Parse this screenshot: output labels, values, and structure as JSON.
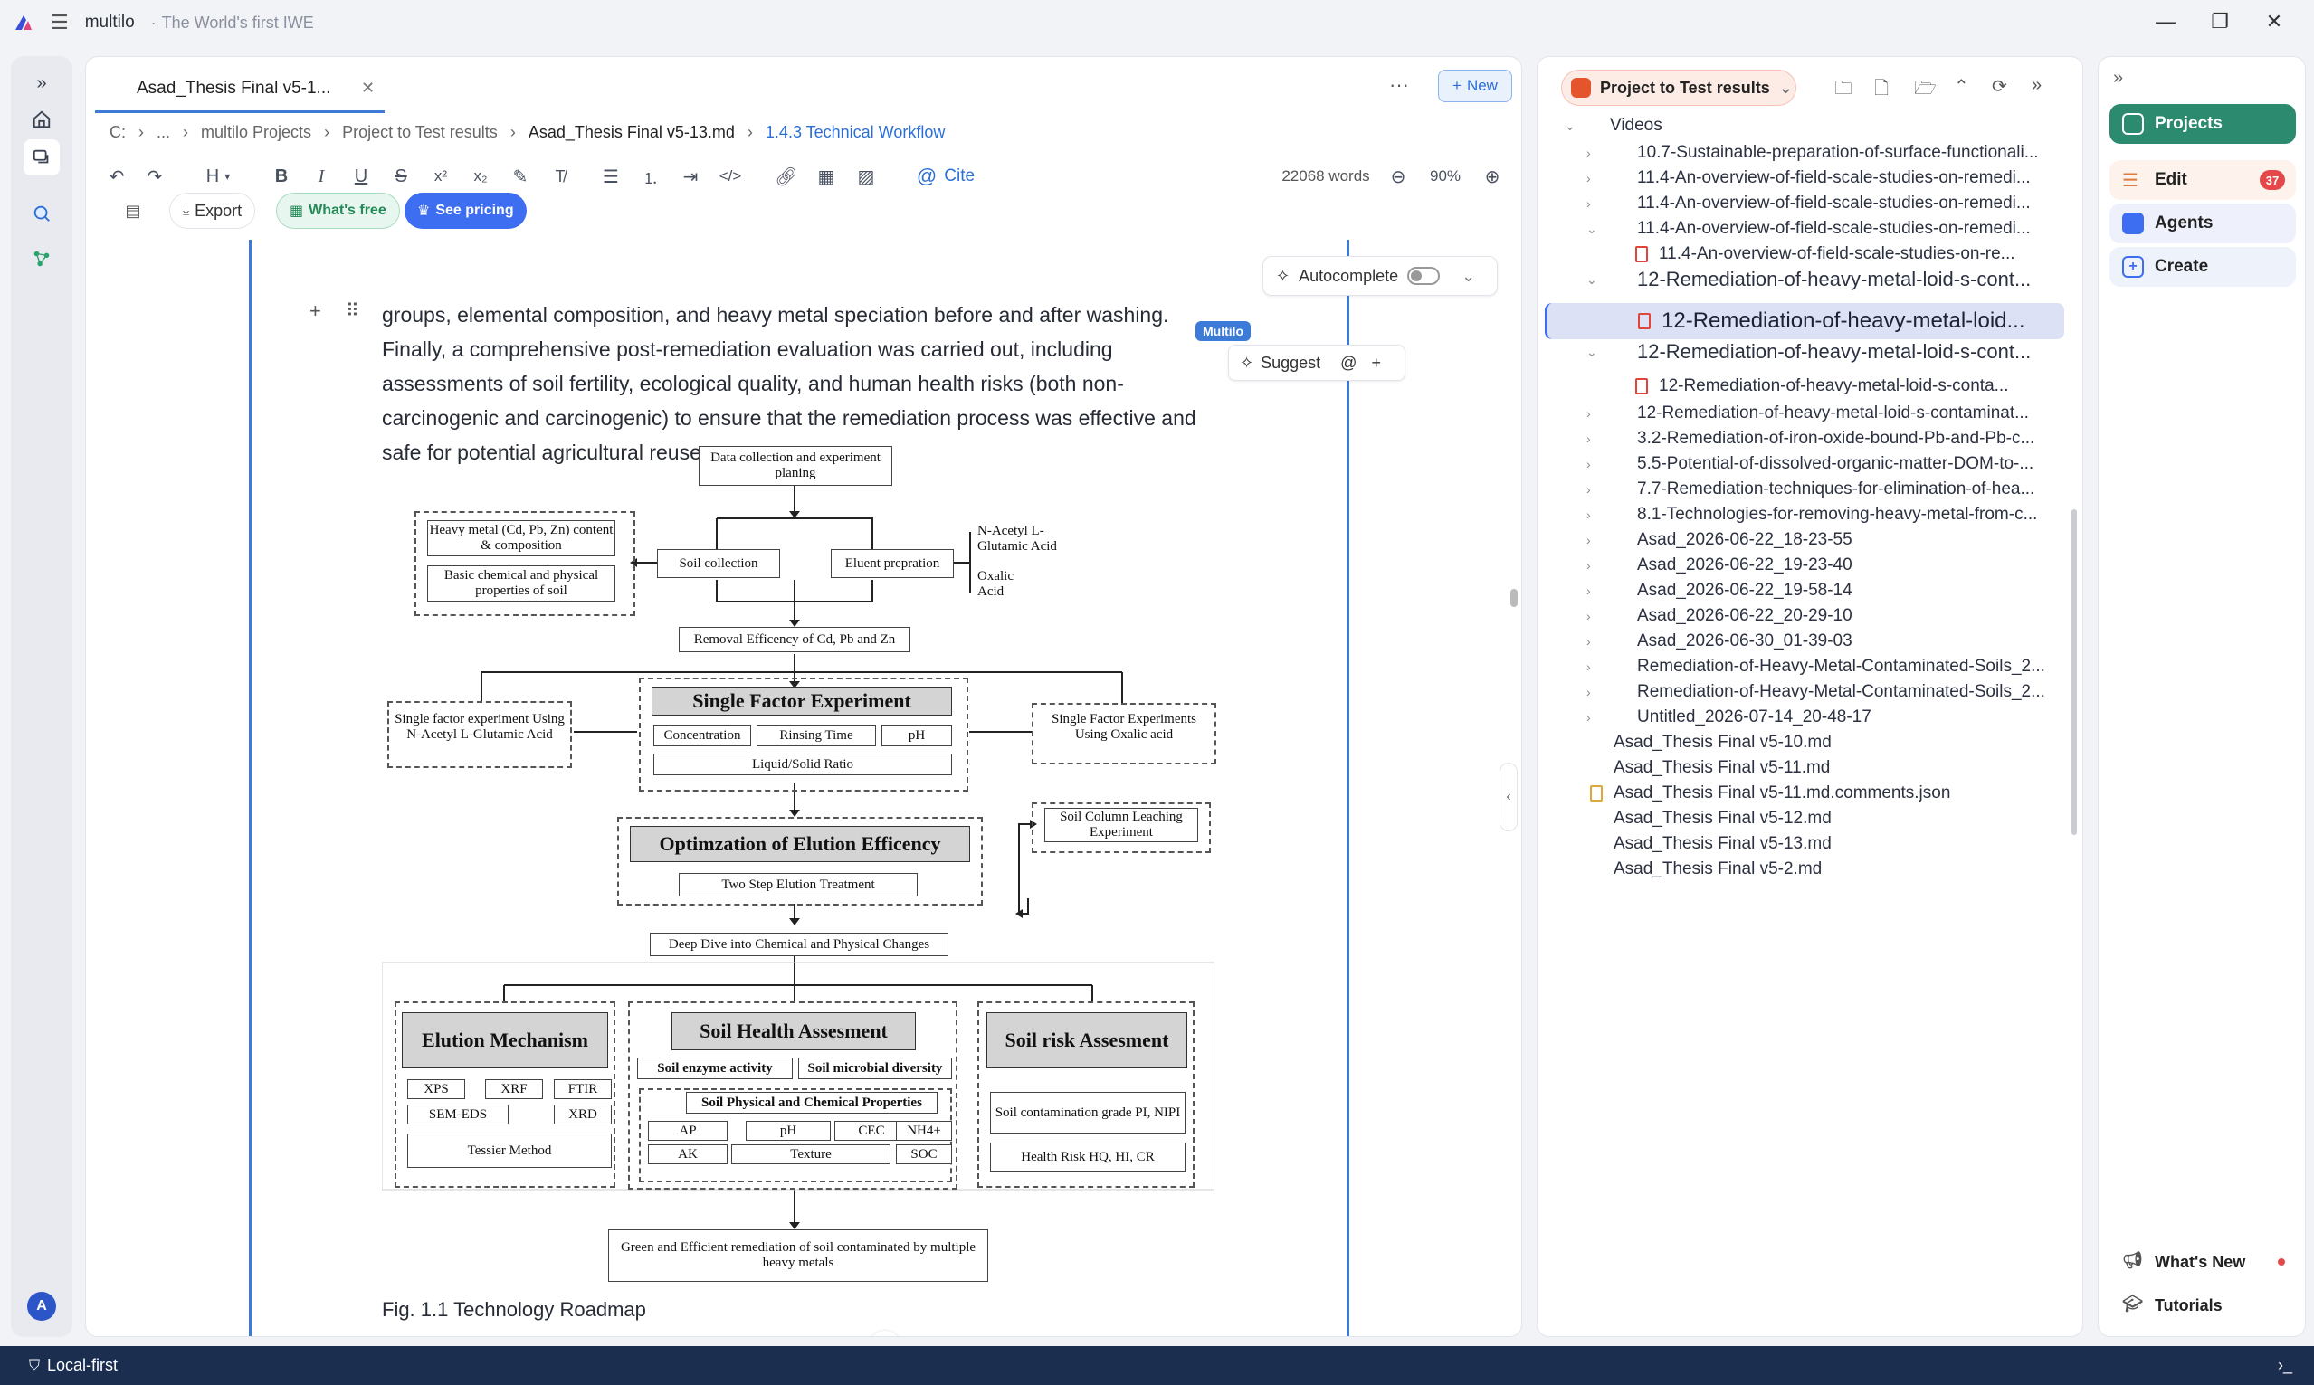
{
  "app": {
    "name": "multilo",
    "tagline": "The World's first IWE"
  },
  "editor": {
    "tab_title": "Asad_Thesis Final v5-1...",
    "breadcrumb": [
      "C:",
      "...",
      "multilo Projects",
      "Project to Test results",
      "Asad_Thesis Final v5-13.md",
      "1.4.3 Technical Workflow"
    ],
    "toolbar": {
      "heading": "H",
      "cite": "Cite",
      "word_count": "22068 words",
      "zoom": "90%",
      "export": "Export",
      "whats_free": "What's free",
      "see_pricing": "See pricing",
      "new": "New"
    },
    "autocomplete": "Autocomplete",
    "suggest": "Suggest",
    "multilo_badge": "Multilo",
    "paragraph": "groups, elemental composition, and heavy metal speciation before and after washing. Finally, a comprehensive post-remediation evaluation was carried out, including assessments of soil fertility, ecological quality, and human health risks (both non-carcinogenic and carcinogenic) to ensure that the remediation process was effective and safe for potential agricultural reuse.",
    "figure_caption": "Fig. 1.1 Technology Roadmap"
  },
  "figure": {
    "data_collection": "Data collection and experiment planing",
    "soil_collection": "Soil collection",
    "eluent": "Eluent prepration",
    "heavy_metal": "Heavy metal (Cd, Pb, Zn) content & composition",
    "basic_props": "Basic chemical and physical properties of soil",
    "nacetyl": "N-Acetyl L-Glutamic Acid",
    "oxalic": "Oxalic Acid",
    "removal": "Removal Efficency of Cd, Pb and Zn",
    "sfe_title": "Single Factor Experiment",
    "concentration": "Concentration",
    "rinsing": "Rinsing Time",
    "ph": "pH",
    "liquid_solid": "Liquid/Solid Ratio",
    "sf_left": "Single factor experiment Using N-Acetyl L-Glutamic Acid",
    "sf_right": "Single Factor Experiments Using Oxalic acid",
    "opt_title": "Optimzation of Elution Efficency",
    "two_step": "Two Step Elution Treatment",
    "column": "Soil Column Leaching Experiment",
    "deep_dive": "Deep Dive into Chemical and Physical Changes",
    "elution_title": "Elution Mechanism",
    "xps": "XPS",
    "xrf": "XRF",
    "ftir": "FTIR",
    "semeds": "SEM-EDS",
    "xrd": "XRD",
    "tessier": "Tessier Method",
    "health_title": "Soil Health Assesment",
    "enzyme": "Soil enzyme activity",
    "microbial": "Soil microbial diversity",
    "physchem": "Soil Physical and Chemical Properties",
    "ap": "AP",
    "ph2": "pH",
    "cec": "CEC",
    "nh4": "NH4+",
    "ak": "AK",
    "texture": "Texture",
    "soc": "SOC",
    "risk_title": "Soil risk Assesment",
    "contamination": "Soil contamination grade PI, NIPI",
    "health_risk": "Health Risk HQ, HI, CR",
    "green": "Green and Efficient remediation of soil contaminated by multiple heavy metals"
  },
  "tree": {
    "project": "Project to Test results",
    "items": [
      {
        "label": "Videos",
        "level": 0,
        "chev": "⌄",
        "kind": "folder"
      },
      {
        "label": "10.7-Sustainable-preparation-of-surface-functionali...",
        "level": 1,
        "chev": "›",
        "kind": "folder"
      },
      {
        "label": "11.4-An-overview-of-field-scale-studies-on-remedi...",
        "level": 1,
        "chev": "›",
        "kind": "folder"
      },
      {
        "label": "11.4-An-overview-of-field-scale-studies-on-remedi...",
        "level": 1,
        "chev": "›",
        "kind": "folder"
      },
      {
        "label": "11.4-An-overview-of-field-scale-studies-on-remedi...",
        "level": 1,
        "chev": "⌄",
        "kind": "folder"
      },
      {
        "label": "11.4-An-overview-of-field-scale-studies-on-re...",
        "level": 2,
        "chev": "",
        "kind": "pdf"
      },
      {
        "label": "12-Remediation-of-heavy-metal-loid-s-cont...",
        "level": 1,
        "chev": "⌄",
        "kind": "folder-big"
      },
      {
        "label": "12-Remediation-of-heavy-metal-loid...",
        "level": 2,
        "chev": "",
        "kind": "pdf-selected"
      },
      {
        "label": "12-Remediation-of-heavy-metal-loid-s-cont...",
        "level": 1,
        "chev": "⌄",
        "kind": "folder-big"
      },
      {
        "label": "12-Remediation-of-heavy-metal-loid-s-conta...",
        "level": 2,
        "chev": "",
        "kind": "pdf"
      },
      {
        "label": "12-Remediation-of-heavy-metal-loid-s-contaminat...",
        "level": 1,
        "chev": "›",
        "kind": "folder"
      },
      {
        "label": "3.2-Remediation-of-iron-oxide-bound-Pb-and-Pb-c...",
        "level": 1,
        "chev": "›",
        "kind": "folder"
      },
      {
        "label": "5.5-Potential-of-dissolved-organic-matter-DOM-to-...",
        "level": 1,
        "chev": "›",
        "kind": "folder"
      },
      {
        "label": "7.7-Remediation-techniques-for-elimination-of-hea...",
        "level": 1,
        "chev": "›",
        "kind": "folder"
      },
      {
        "label": "8.1-Technologies-for-removing-heavy-metal-from-c...",
        "level": 1,
        "chev": "›",
        "kind": "folder"
      },
      {
        "label": "Asad_2026-06-22_18-23-55",
        "level": 1,
        "chev": "›",
        "kind": "folder"
      },
      {
        "label": "Asad_2026-06-22_19-23-40",
        "level": 1,
        "chev": "›",
        "kind": "folder"
      },
      {
        "label": "Asad_2026-06-22_19-58-14",
        "level": 1,
        "chev": "›",
        "kind": "folder"
      },
      {
        "label": "Asad_2026-06-22_20-29-10",
        "level": 1,
        "chev": "›",
        "kind": "folder"
      },
      {
        "label": "Asad_2026-06-30_01-39-03",
        "level": 1,
        "chev": "›",
        "kind": "folder"
      },
      {
        "label": "Remediation-of-Heavy-Metal-Contaminated-Soils_2...",
        "level": 1,
        "chev": "›",
        "kind": "folder"
      },
      {
        "label": "Remediation-of-Heavy-Metal-Contaminated-Soils_2...",
        "level": 1,
        "chev": "›",
        "kind": "folder"
      },
      {
        "label": "Untitled_2026-07-14_20-48-17",
        "level": 1,
        "chev": "›",
        "kind": "folder"
      },
      {
        "label": "Asad_Thesis Final v5-10.md",
        "level": 0,
        "chev": "",
        "kind": "file"
      },
      {
        "label": "Asad_Thesis Final v5-11.md",
        "level": 0,
        "chev": "",
        "kind": "file"
      },
      {
        "label": "Asad_Thesis Final v5-11.md.comments.json",
        "level": 0,
        "chev": "",
        "kind": "json"
      },
      {
        "label": "Asad_Thesis Final v5-12.md",
        "level": 0,
        "chev": "",
        "kind": "file"
      },
      {
        "label": "Asad_Thesis Final v5-13.md",
        "level": 0,
        "chev": "",
        "kind": "file"
      },
      {
        "label": "Asad_Thesis Final v5-2.md",
        "level": 0,
        "chev": "",
        "kind": "file"
      }
    ]
  },
  "rightrail": {
    "projects": "Projects",
    "edit": "Edit",
    "edit_badge": "37",
    "agents": "Agents",
    "create": "Create",
    "whats_new": "What's New",
    "tutorials": "Tutorials"
  },
  "status": {
    "local_first": "Local-first"
  },
  "avatar": "A"
}
